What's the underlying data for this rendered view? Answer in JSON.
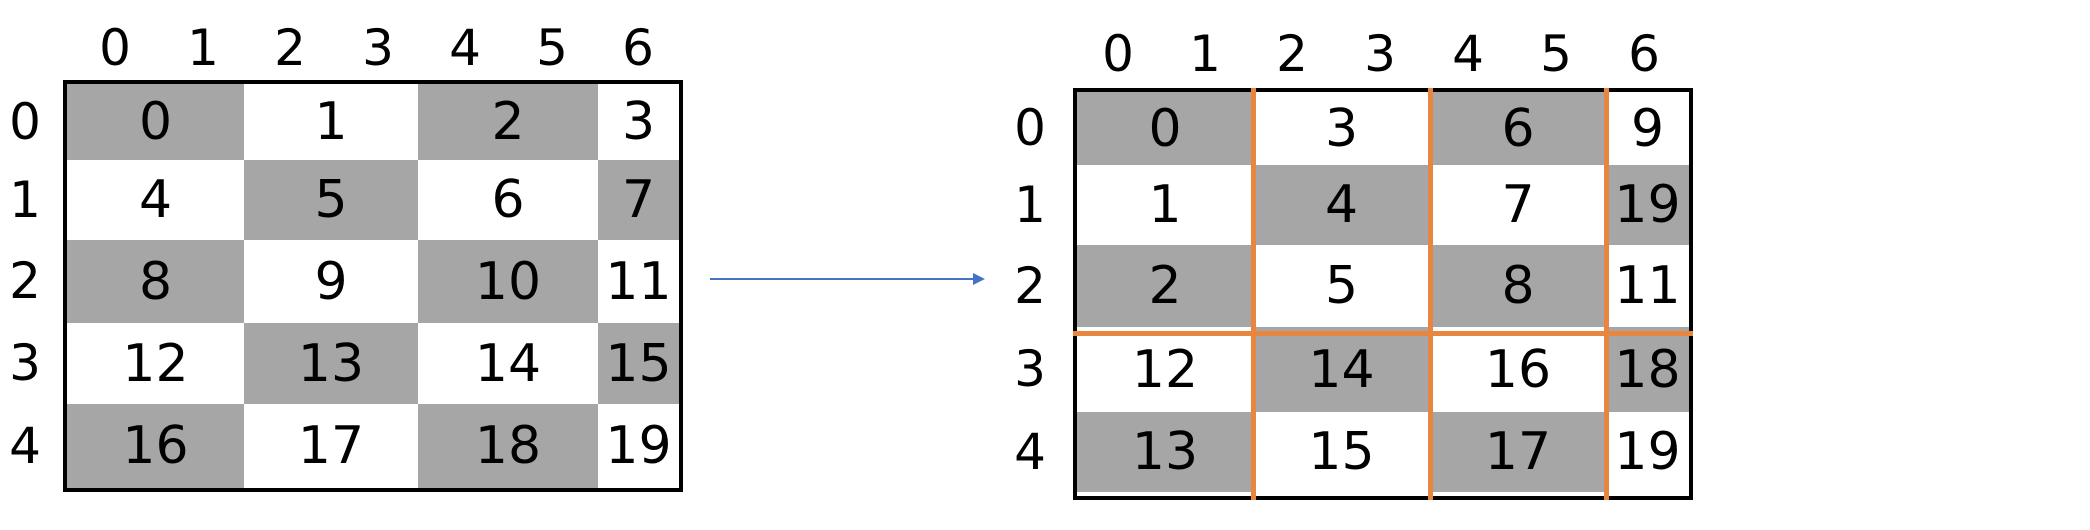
{
  "colors": {
    "shade": "#a6a6a6",
    "border": "#000000",
    "divider": "#e8853e",
    "arrow": "#4472c4"
  },
  "left_diagram": {
    "col_labels": [
      "0",
      "1",
      "2",
      "3",
      "4",
      "5",
      "6"
    ],
    "row_labels": [
      "0",
      "1",
      "2",
      "3",
      "4"
    ],
    "blocks_per_row": 4,
    "rows": [
      {
        "values": [
          "0",
          "1",
          "2",
          "3"
        ],
        "shade": [
          true,
          false,
          true,
          false
        ]
      },
      {
        "values": [
          "4",
          "5",
          "6",
          "7"
        ],
        "shade": [
          false,
          true,
          false,
          true
        ]
      },
      {
        "values": [
          "8",
          "9",
          "10",
          "11"
        ],
        "shade": [
          true,
          false,
          true,
          false
        ]
      },
      {
        "values": [
          "12",
          "13",
          "14",
          "15"
        ],
        "shade": [
          false,
          true,
          false,
          true
        ]
      },
      {
        "values": [
          "16",
          "17",
          "18",
          "19"
        ],
        "shade": [
          true,
          false,
          true,
          false
        ]
      }
    ]
  },
  "right_diagram": {
    "col_labels": [
      "0",
      "1",
      "2",
      "3",
      "4",
      "5",
      "6"
    ],
    "row_labels": [
      "0",
      "1",
      "2",
      "3",
      "4"
    ],
    "blocks_per_row": 4,
    "rows": [
      {
        "values": [
          "0",
          "3",
          "6",
          "9"
        ],
        "shade": [
          true,
          false,
          true,
          false
        ]
      },
      {
        "values": [
          "1",
          "4",
          "7",
          "19"
        ],
        "shade": [
          false,
          true,
          false,
          true
        ]
      },
      {
        "values": [
          "2",
          "5",
          "8",
          "11"
        ],
        "shade": [
          true,
          false,
          true,
          false
        ]
      },
      {
        "values": [
          "12",
          "14",
          "16",
          "18"
        ],
        "shade": [
          false,
          true,
          false,
          true
        ]
      },
      {
        "values": [
          "13",
          "15",
          "17",
          "19"
        ],
        "shade": [
          true,
          false,
          true,
          false
        ]
      }
    ]
  }
}
